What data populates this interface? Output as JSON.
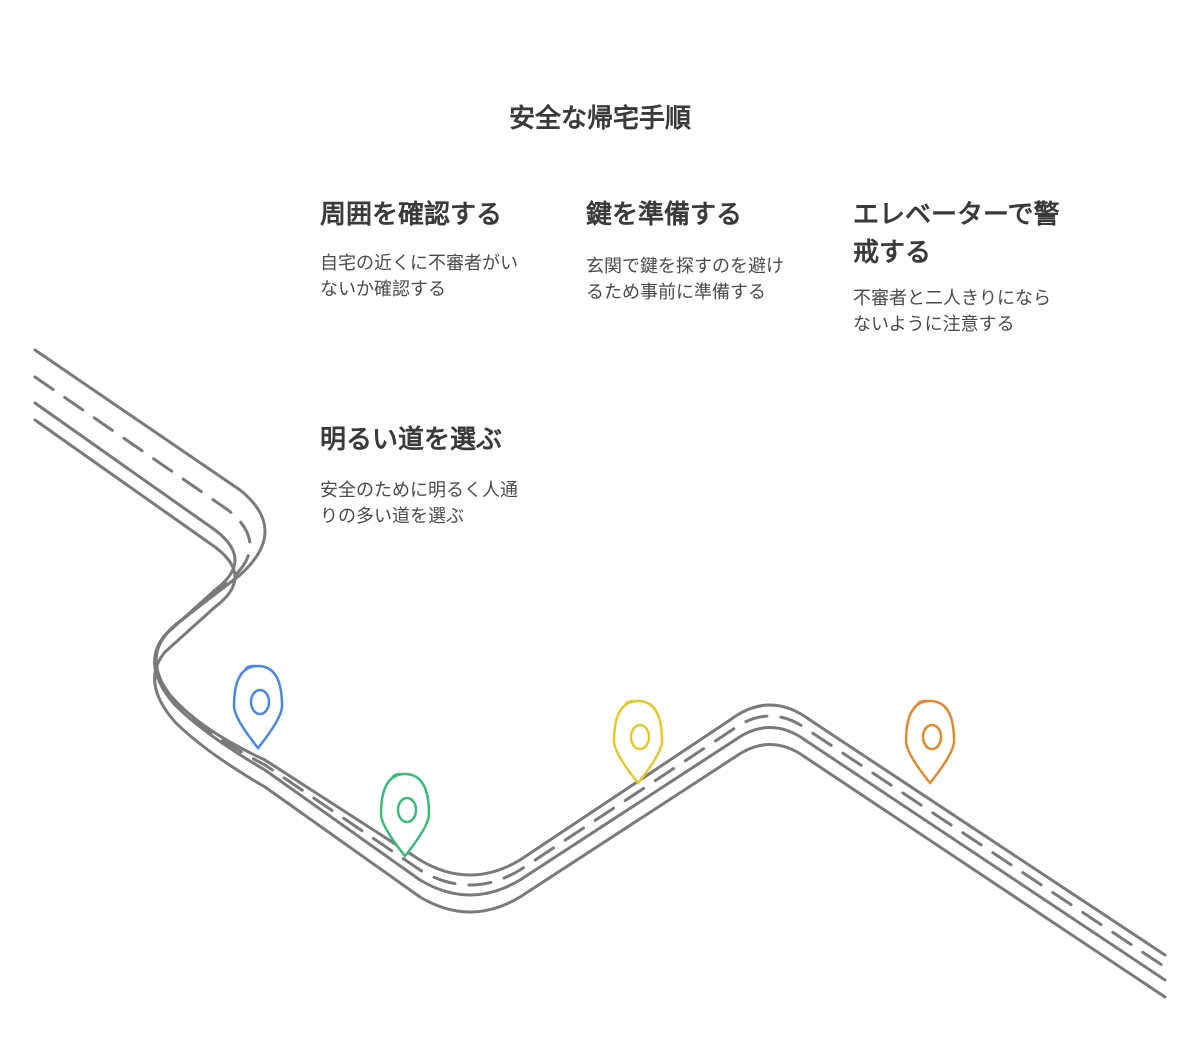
{
  "title": "安全な帰宅手順",
  "steps": [
    {
      "title": "明るい道を選ぶ",
      "description": "安全のために明るく人通りの多い道を選ぶ",
      "color": "#4a86e8"
    },
    {
      "title": "周囲を確認する",
      "description": "自宅の近くに不審者がいないか確認する",
      "color": "#3cba78"
    },
    {
      "title": "鍵を準備する",
      "description": "玄関で鍵を探すのを避けるため事前に準備する",
      "color": "#e3c832"
    },
    {
      "title": "エレベーターで警戒する",
      "description": "不審者と二人きりにならないように注意する",
      "color": "#e08a32"
    }
  ],
  "road": {
    "color": "#7a7a7a"
  }
}
